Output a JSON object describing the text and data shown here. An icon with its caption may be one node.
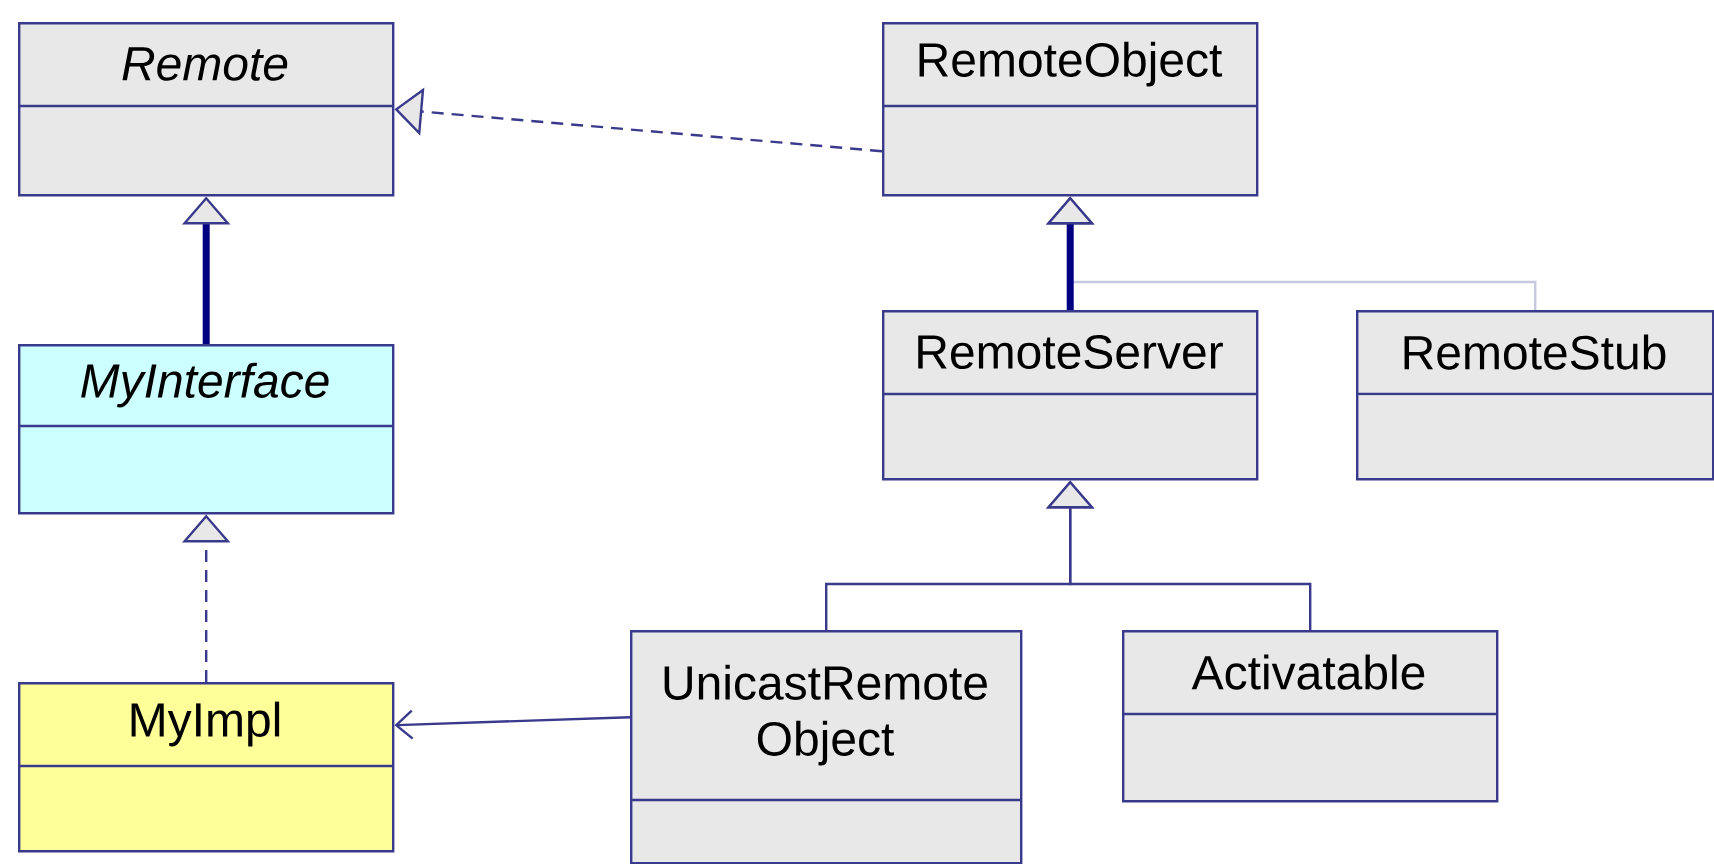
{
  "diagram": {
    "nodes": [
      {
        "text": [
          "Remote"
        ]
      },
      {
        "text": [
          "RemoteObject"
        ]
      },
      {
        "text": [
          "MyInterface"
        ]
      },
      {
        "text": [
          "RemoteServer"
        ]
      },
      {
        "text": [
          "RemoteStub"
        ]
      },
      {
        "text": [
          "MyImpl"
        ]
      },
      {
        "text": [
          "UnicastRemote Object"
        ]
      },
      {
        "text": [
          "Activatable"
        ]
      }
    ],
    "edges": [
      {
        "from": 2,
        "to": 0,
        "arrow": "to",
        "style": "thick"
      },
      {
        "from": 1,
        "to": 0,
        "arrow": "to",
        "style": "dashed"
      },
      {
        "from": 5,
        "to": 2,
        "arrow": "to",
        "style": "dashed"
      },
      {
        "from": 4,
        "to": 1,
        "arrow": "to",
        "color": "#c8c8e0"
      },
      {
        "from": 3,
        "to": 1,
        "arrow": "to",
        "style": "thick"
      },
      {
        "from": 6,
        "to": 3,
        "arrow": "to"
      },
      {
        "from": 7,
        "to": 3,
        "arrow": "to"
      },
      {
        "from": 6,
        "to": 5,
        "arrow": "to"
      }
    ]
  }
}
